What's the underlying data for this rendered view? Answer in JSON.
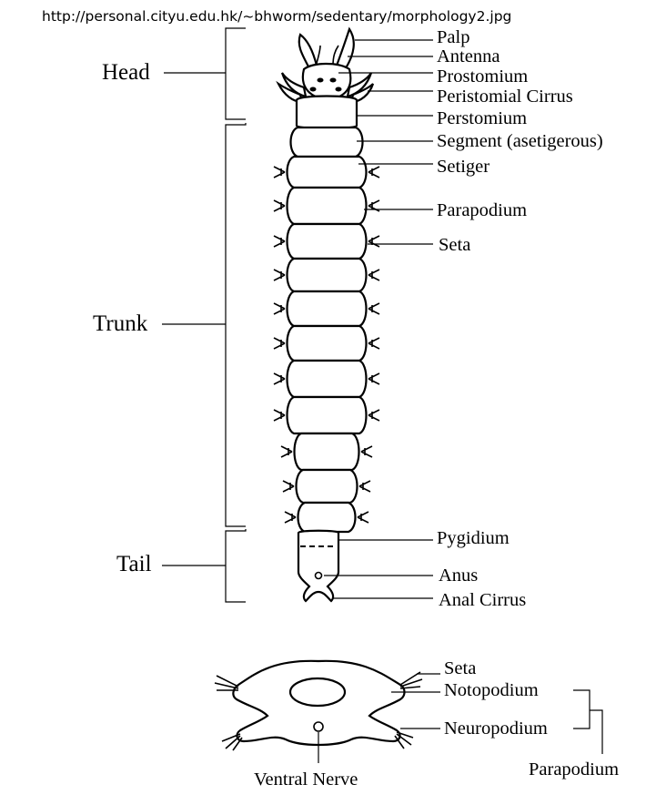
{
  "source_url": "http://personal.cityu.edu.hk/~bhworm/sedentary/morphology2.jpg",
  "regions": {
    "head": "Head",
    "trunk": "Trunk",
    "tail": "Tail"
  },
  "worm_labels": {
    "palp": "Palp",
    "antenna": "Antenna",
    "prostomium": "Prostomium",
    "peristomial_cirrus": "Peristomial Cirrus",
    "perstomium": "Perstomium",
    "segment": "Segment (asetigerous)",
    "setiger": "Setiger",
    "parapodium": "Parapodium",
    "seta": "Seta",
    "pygidium": "Pygidium",
    "anus": "Anus",
    "anal_cirrus": "Anal Cirrus"
  },
  "cross_section_labels": {
    "seta": "Seta",
    "notopodium": "Notopodium",
    "neuropodium": "Neuropodium",
    "parapodium": "Parapodium",
    "ventral_nerve": "Ventral Nerve"
  }
}
